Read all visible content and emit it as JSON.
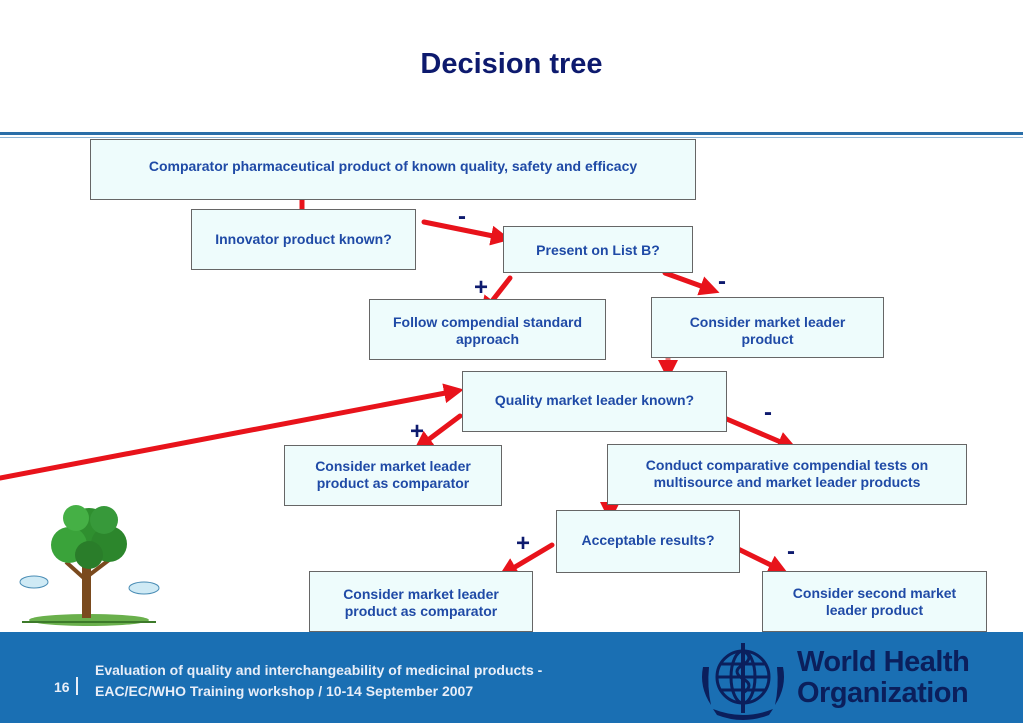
{
  "title": "Decision tree",
  "boxes": {
    "comparator": "Comparator pharmaceutical product of known quality, safety and efficacy",
    "innovator_known": "Innovator product known?",
    "present_list_b": "Present on List B?",
    "follow_compendial": "Follow compendial standard approach",
    "consider_market_leader": "Consider market leader product",
    "quality_leader_known": "Quality market leader known?",
    "leader_as_comparator_1": "Consider market leader product as comparator",
    "conduct_tests": "Conduct comparative compendial tests on multisource and market leader products",
    "acceptable_results": "Acceptable results?",
    "leader_as_comparator_2": "Consider market leader product as comparator",
    "second_leader": "Consider second market leader product"
  },
  "signs": {
    "minus_1": "-",
    "plus_1": "+",
    "minus_2": "-",
    "plus_2": "+",
    "minus_3": "-",
    "plus_3": "+",
    "minus_4": "-"
  },
  "footer": {
    "page_number": "16",
    "line1": "Evaluation of quality and interchangeability of medicinal products -",
    "line2": "EAC/EC/WHO Training workshop / 10-14 September 2007",
    "org_line1": "World Health",
    "org_line2": "Organization"
  },
  "icons": {
    "tree": "tree-icon",
    "who_emblem": "who-emblem-icon"
  },
  "colors": {
    "title": "#0d1a6e",
    "box_text": "#1f4aa6",
    "box_fill": "#eefcfc",
    "arrow": "#e8131b",
    "footer_bg": "#1a6fb3"
  }
}
